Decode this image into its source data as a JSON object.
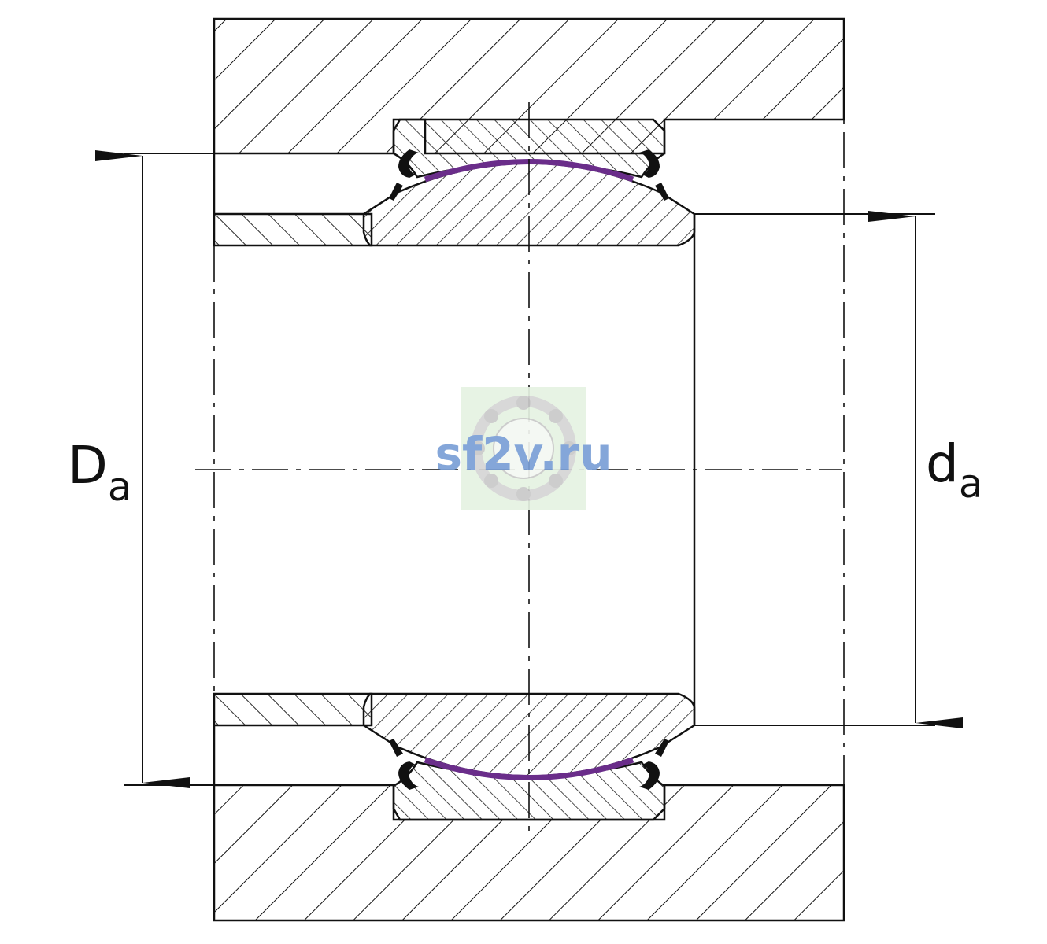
{
  "dimensions": {
    "outer": {
      "symbol": "D",
      "subscript": "a"
    },
    "inner": {
      "symbol": "d",
      "subscript": "a"
    }
  },
  "watermark": {
    "text": "sf2v.ru",
    "color": "#7a9fd6",
    "bg": "#e6f2e2",
    "ball_color": "#c9c9c9"
  },
  "colors": {
    "line": "#111111",
    "liner": "#6a2d8a",
    "seal": "#111111"
  }
}
